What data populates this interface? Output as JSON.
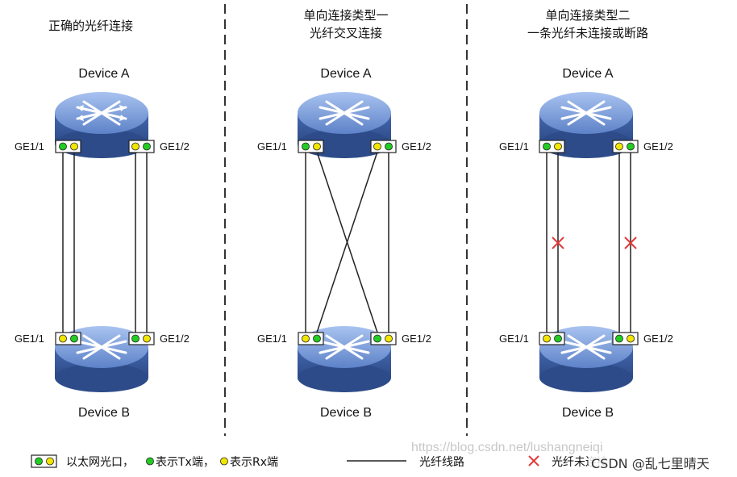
{
  "panels": [
    {
      "title_lines": [
        "正确的光纤连接"
      ],
      "device_top": "Device A",
      "device_bottom": "Device B",
      "port_left": "GE1/1",
      "port_right": "GE1/2"
    },
    {
      "title_lines": [
        "单向连接类型一",
        "光纤交叉连接"
      ],
      "device_top": "Device A",
      "device_bottom": "Device B",
      "port_left": "GE1/1",
      "port_right": "GE1/2"
    },
    {
      "title_lines": [
        "单向连接类型二",
        "一条光纤未连接或断路"
      ],
      "device_top": "Device A",
      "device_bottom": "Device B",
      "port_left": "GE1/1",
      "port_right": "GE1/2"
    }
  ],
  "legend": {
    "port_text": "以太网光口，",
    "tx_text": "表示Tx端，",
    "rx_text": "表示Rx端",
    "line_text": "光纤线路",
    "broken_text": "光纤未连接",
    "tx_color": "#22cc22",
    "rx_color": "#f2e500"
  },
  "watermark": "https://blog.csdn.net/lushangneiqi",
  "credit": "CSDN @乱七里晴天",
  "colors": {
    "device_body": "#4b6fb5",
    "device_top": "#6f93d6",
    "device_dark": "#2f4f8f",
    "cable": "#222222",
    "broken_x": "#e23b3b",
    "separator": "#333333"
  }
}
